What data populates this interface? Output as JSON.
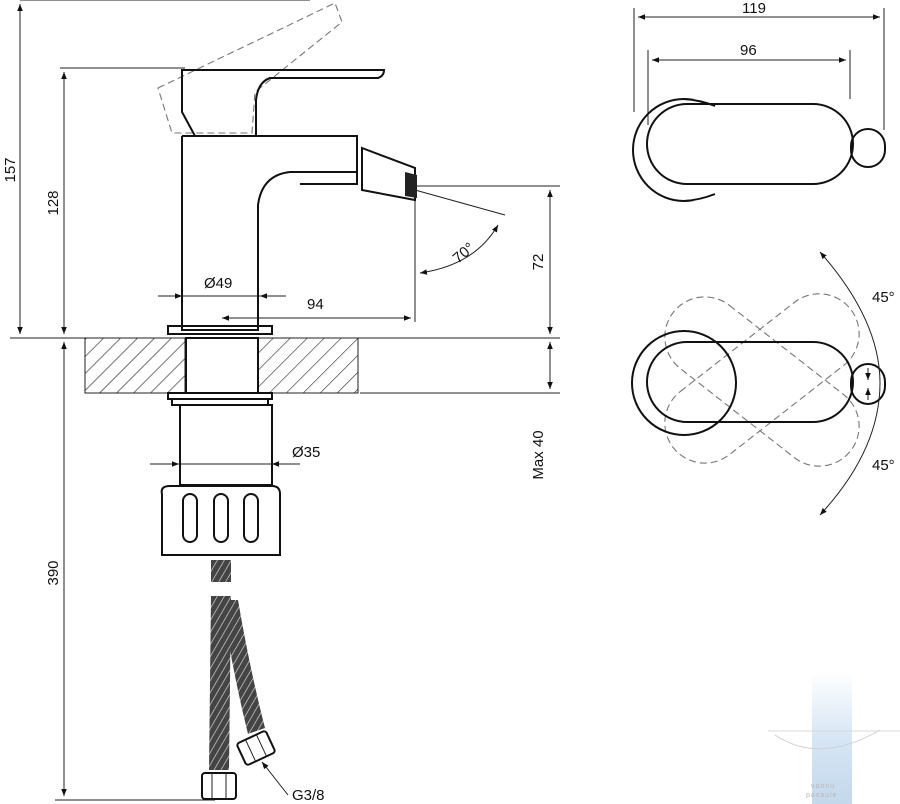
{
  "dimensions": {
    "total_height": "157",
    "lever_height": "128",
    "mount_base_to_spout": "72",
    "max_deck_thickness": "Max 40",
    "hose_length": "390",
    "body_diameter": "Ø49",
    "spout_reach": "94",
    "shank_diameter": "Ø35",
    "connection_thread": "G3/8",
    "spout_angle": "70°",
    "top_width_total": "119",
    "top_width_body": "96",
    "lever_swing_upper": "45°",
    "lever_swing_lower": "45°"
  },
  "watermark": {
    "line1": "vannu",
    "line2": "pasaule",
    "accent_color": "#c9dcef"
  },
  "colors": {
    "line": "#111111",
    "dashed": "#777777",
    "background": "#ffffff"
  }
}
